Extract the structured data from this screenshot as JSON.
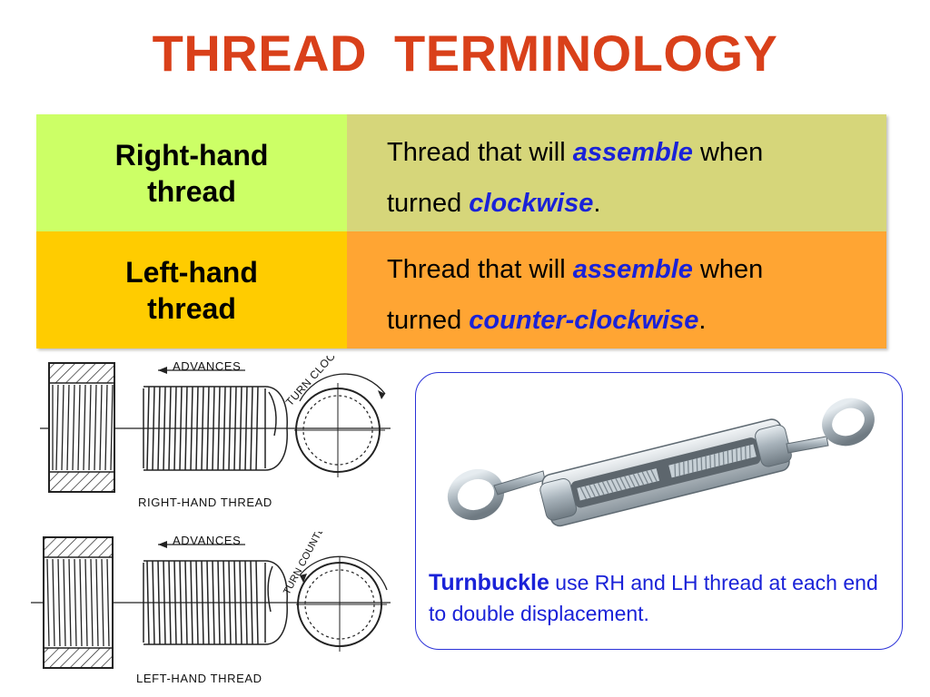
{
  "title": "THREAD  TERMINOLOGY",
  "table": {
    "rows": [
      {
        "term_line1": "Right-hand",
        "term_line2": "thread",
        "def_prefix": "Thread that will ",
        "def_kw1": "assemble",
        "def_mid": " when",
        "def_turned": "turned ",
        "def_kw2": "clockwise",
        "def_end": ".",
        "term_bg": "#ccff66",
        "def_bg": "#d6d67a"
      },
      {
        "term_line1": "Left-hand",
        "term_line2": "thread",
        "def_prefix": "Thread that will ",
        "def_kw1": "assemble",
        "def_mid": " when",
        "def_turned": "turned ",
        "def_kw2": "counter-clockwise",
        "def_end": ".",
        "term_bg": "#ffcc00",
        "def_bg": "#ffa533"
      }
    ],
    "keyword_color": "#1a22d8"
  },
  "diagrams": {
    "right": {
      "advances": "ADVANCES",
      "turn_label": "TURN CLOCKWISE",
      "caption": "RIGHT-HAND THREAD"
    },
    "left": {
      "advances": "ADVANCES",
      "turn_label": "TURN COUNTER-CLOCKWISE",
      "caption": "LEFT-HAND THREAD"
    }
  },
  "turnbuckle": {
    "label_bold": "Turnbuckle",
    "label_rest": " use RH and LH thread at each end to double displacement.",
    "text_color": "#1a22d8",
    "border_color": "#2b32d8"
  },
  "colors": {
    "title": "#d9401a"
  }
}
